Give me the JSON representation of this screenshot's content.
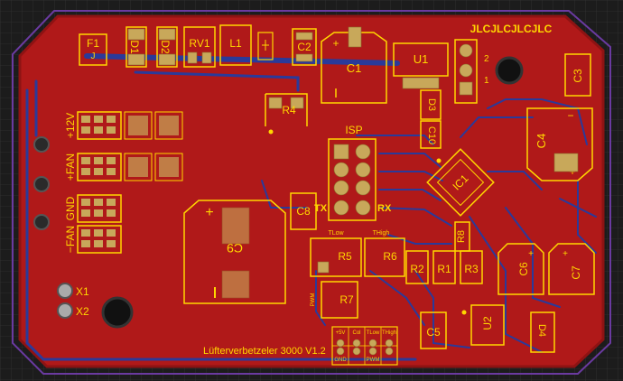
{
  "board": {
    "title": "Lüfterverbetzeler 3000 V1.2",
    "jlc_text": "JLCJLCJLCJLC",
    "colors": {
      "background": "#1c1c1c",
      "copper": "#b01919",
      "copper_dark": "#8e1313",
      "track_blue": "#2a3a9a",
      "silkscreen": "#ffd700",
      "pad": "#c8a85a",
      "outline": "#6a3aa0",
      "grid": "#3a3a3a"
    }
  },
  "components": {
    "F1": "F1",
    "D1": "D1",
    "D2": "D2",
    "RV1": "RV1",
    "L1": "L1",
    "C1": "C1",
    "C2": "C2",
    "C3": "C3",
    "C4": "C4",
    "C5": "C5",
    "C6": "C6",
    "C7": "C7",
    "C8": "C8",
    "C9": "C9",
    "C10": "C10",
    "U1": "U1",
    "U2": "U2",
    "IC1": "IC1",
    "D3": "D3",
    "D4": "D4",
    "R1": "R1",
    "R2": "R2",
    "R3": "R3",
    "R4": "R4",
    "R5": "R5",
    "R6": "R6",
    "R7": "R7",
    "R8": "R8"
  },
  "connector_labels": {
    "p12v": "+12V",
    "pfan": "+FAN",
    "gnd": "GND",
    "mfan": "−FAN"
  },
  "header_labels": {
    "isp": "ISP",
    "tx": "TX",
    "rx": "RX",
    "u1_pin2": "2",
    "u1_pin1": "1"
  },
  "small_labels": {
    "tlow": "TLow",
    "thigh": "THigh",
    "pwm": "PWM",
    "x1": "X1",
    "x2": "X2"
  },
  "bottom_header": {
    "top": [
      "+5V",
      "Col",
      "TLow",
      "THigh"
    ],
    "bottom": [
      "GND",
      "",
      "PWM",
      ""
    ]
  }
}
